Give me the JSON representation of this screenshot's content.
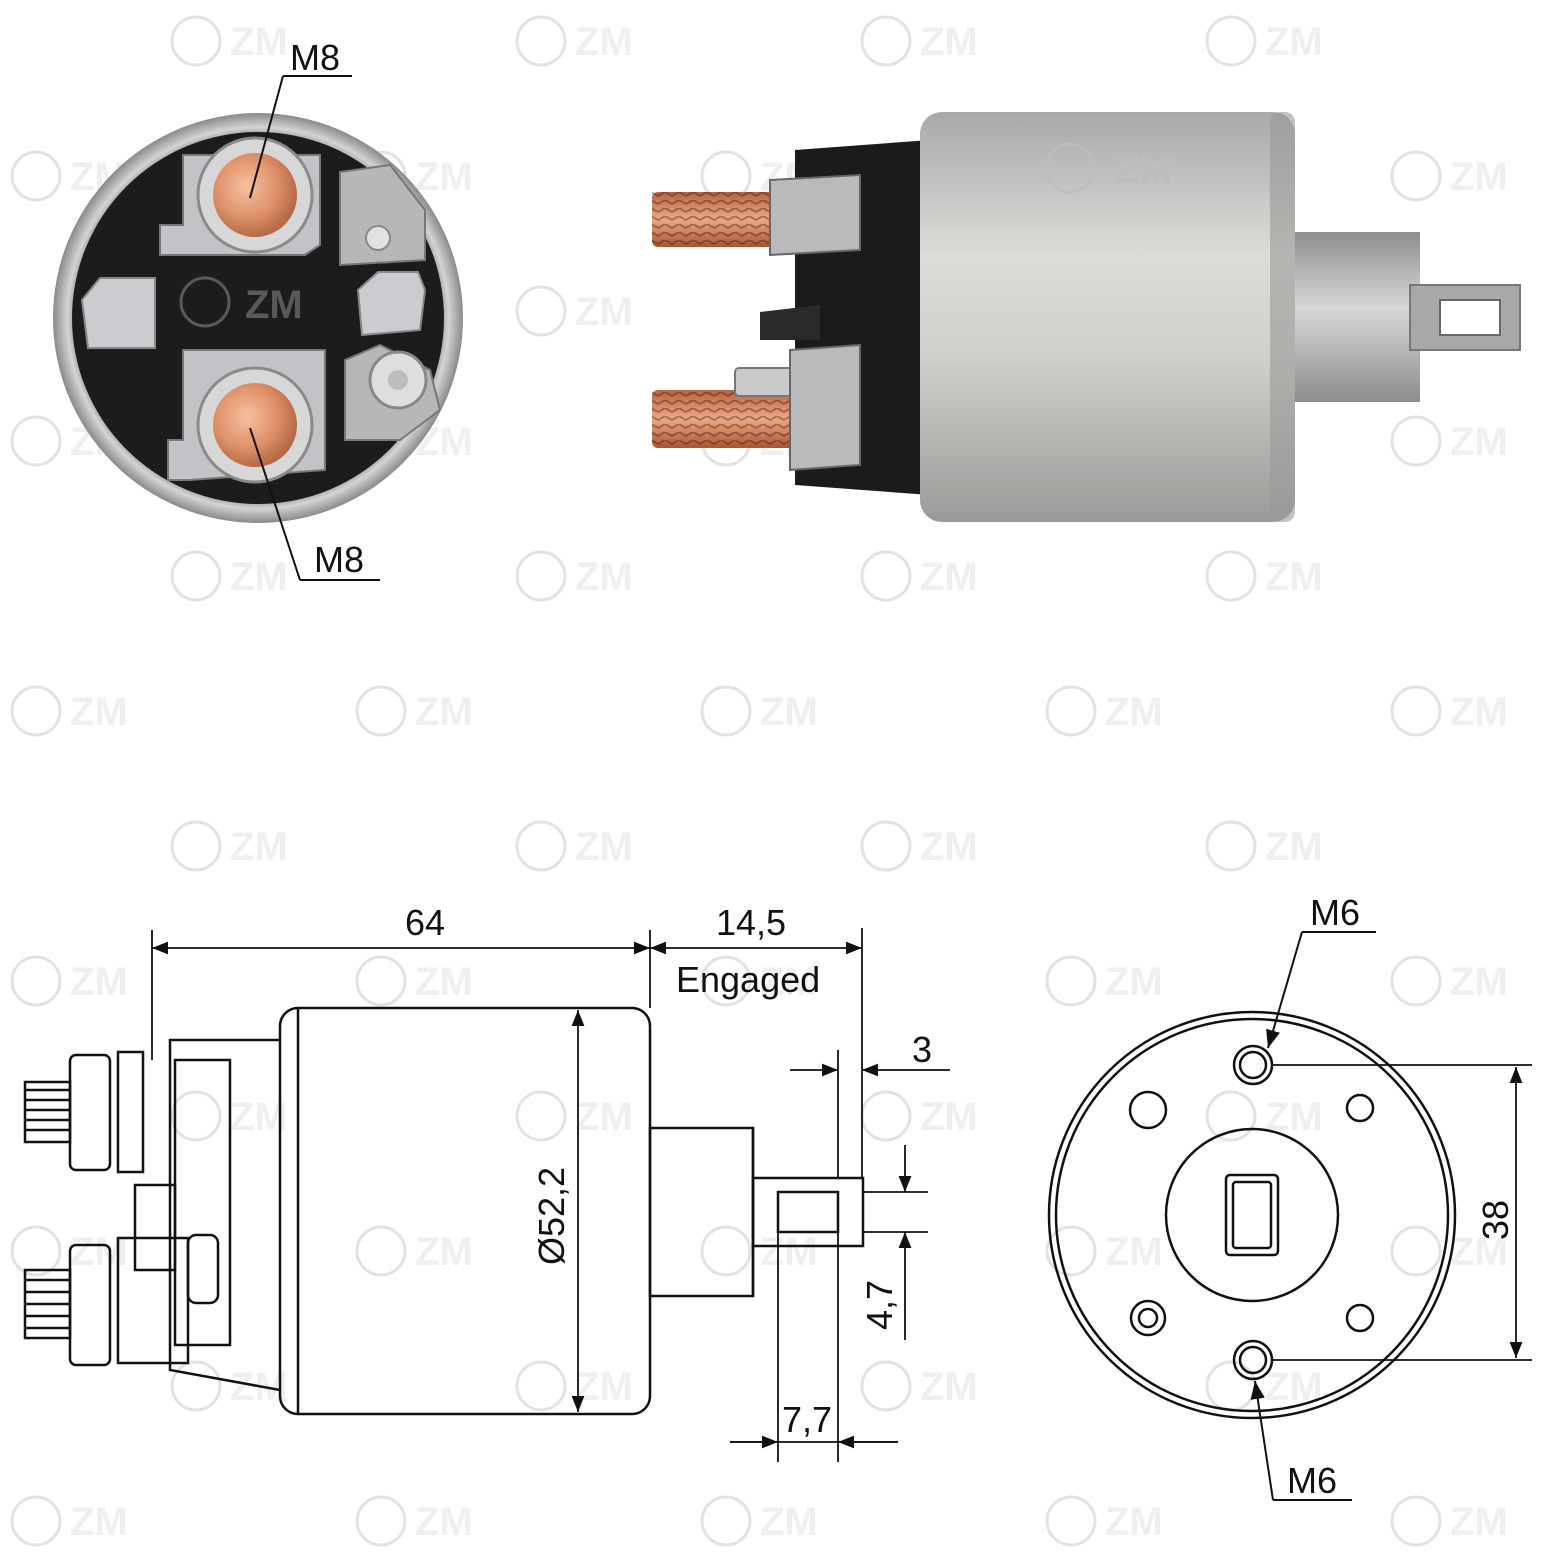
{
  "watermark": {
    "text": "ZM"
  },
  "photos": {
    "end_view": {
      "top_terminal_label": "M8",
      "bottom_terminal_label": "M8",
      "logo_text": "ZM"
    },
    "side_view": {
      "logo_text": "ZM"
    }
  },
  "side_drawing": {
    "body_length": "64",
    "plunger_travel": "14,5",
    "plunger_state": "Engaged",
    "tab_thickness": "3",
    "tab_height": "4,7",
    "tab_length": "7,7",
    "body_diameter": "Ø52,2"
  },
  "end_drawing": {
    "top_mount_label": "M6",
    "bottom_mount_label": "M6",
    "mount_spacing": "38"
  },
  "colors": {
    "line": "#111111",
    "steel": "#c9c9c6",
    "copper": "#d98a62",
    "black_cap": "#1b1b1b",
    "zinc": "#b9bbbe"
  }
}
